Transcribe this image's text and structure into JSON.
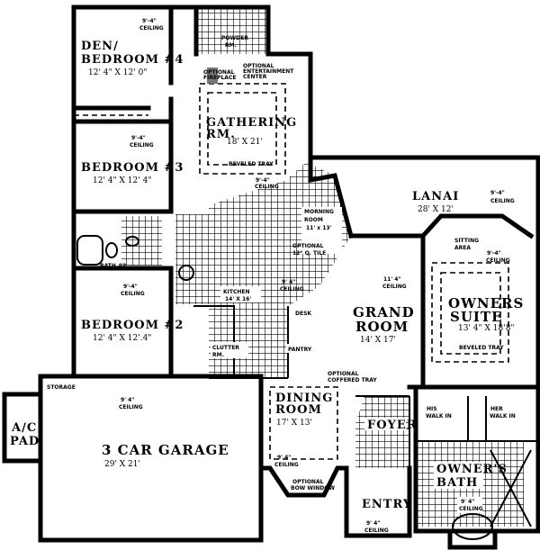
{
  "rooms": {
    "den": {
      "name1": "DEN/",
      "name2": "BEDROOM #4",
      "size": "12' 4\" X 12' 0\"",
      "ceiling1": "9'-4\"",
      "ceiling2": "CEILING"
    },
    "powder": {
      "name1": "POWDER",
      "name2": "RM."
    },
    "fireplace": {
      "label1": "OPTIONAL",
      "label2": "FIREPLACE"
    },
    "entertainment": {
      "label1": "OPTIONAL",
      "label2": "ENTERTAINMENT",
      "label3": "CENTER"
    },
    "gathering": {
      "name1": "GATHERING",
      "name2": "RM.",
      "size": "18' X 21'",
      "tray": "BEVELED TRAY",
      "ceiling1": "9'-4\"",
      "ceiling2": "CEILING"
    },
    "bedroom3": {
      "name": "BEDROOM #3",
      "size": "12' 4\" X 12' 4\"",
      "ceiling1": "9'-4\"",
      "ceiling2": "CEILING"
    },
    "bath2": {
      "name": "BATH #2"
    },
    "bedroom2": {
      "name": "BEDROOM #2",
      "size": "12' 4\" X 12'.4\"",
      "ceiling1": "9'-4\"",
      "ceiling2": "CEILING"
    },
    "morning": {
      "name1": "MORNING",
      "name2": "ROOM",
      "size": "11' x 13'",
      "tile1": "OPTIONAL",
      "tile2": "12\" Q. TILE"
    },
    "kitchen": {
      "name": "KITCHEN",
      "size": "14' X 16'",
      "ceiling1": "9' 4\"",
      "ceiling2": "CEILING"
    },
    "desk": {
      "name": "DESK"
    },
    "pantry": {
      "name": "PANTRY"
    },
    "clutter": {
      "name1": "CLUTTER",
      "name2": "RM."
    },
    "lanai": {
      "name": "LANAI",
      "size": "28' X 12'",
      "ceiling1": "9'-4\"",
      "ceiling2": "CEILING"
    },
    "sitting": {
      "name1": "SITTING",
      "name2": "AREA",
      "ceiling1": "9'-4\"",
      "ceiling2": "CEILING"
    },
    "grand": {
      "name1": "GRAND",
      "name2": "ROOM",
      "size": "14' X 17'",
      "ceiling1": "11' 4\"",
      "ceiling2": "CEILING"
    },
    "owners": {
      "name1": "OWNERS",
      "name2": "SUITE",
      "size": "13' 4\" X 18'8\"",
      "tray": "BEVELED TRAY"
    },
    "storage": {
      "name": "STORAGE"
    },
    "acpad": {
      "name1": "A/C",
      "name2": "PAD"
    },
    "garage": {
      "name": "3 CAR GARAGE",
      "size": "29' X 21'",
      "ceiling1": "9' 4\"",
      "ceiling2": "CEILING"
    },
    "dining": {
      "name1": "DINING",
      "name2": "ROOM",
      "size": "17' X 13'",
      "ceiling1": "9' 4\"",
      "ceiling2": "CEILING",
      "tray1": "OPTIONAL",
      "tray2": "COFFERED TRAY",
      "bow1": "OPTIONAL",
      "bow2": "BOW WINDOW"
    },
    "foyer": {
      "name": "FOYER"
    },
    "entry": {
      "name": "ENTRY",
      "ceiling1": "9' 4\"",
      "ceiling2": "CEILING"
    },
    "walkin_left": {
      "name1": "HIS",
      "name2": "WALK IN"
    },
    "walkin_right": {
      "name1": "HER",
      "name2": "WALK IN"
    },
    "ownersbath": {
      "name1": "OWNER'S",
      "name2": "BATH",
      "ceiling1": "9' 4\"",
      "ceiling2": "CEILING"
    }
  }
}
